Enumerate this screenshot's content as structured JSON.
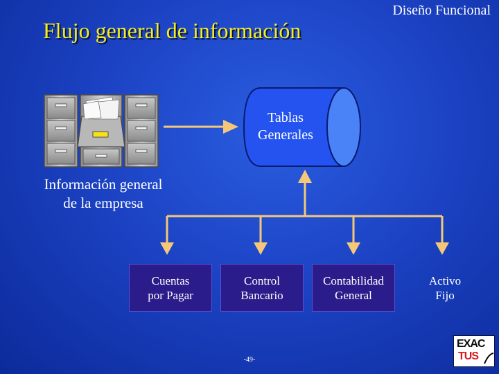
{
  "header": {
    "corner_label": "Diseño Funcional",
    "title": "Flujo general de información"
  },
  "diagram": {
    "source": {
      "label_line1": "Información general",
      "label_line2": "de la empresa",
      "icon": "file-cabinet-icon"
    },
    "database": {
      "label_line1": "Tablas",
      "label_line2": "Generales"
    },
    "modules": [
      {
        "line1": "Cuentas",
        "line2": "por Pagar",
        "boxed": true
      },
      {
        "line1": "Control",
        "line2": "Bancario",
        "boxed": true
      },
      {
        "line1": "Contabilidad",
        "line2": "General",
        "boxed": true
      },
      {
        "line1": "Activo",
        "line2": "Fijo",
        "boxed": false
      }
    ]
  },
  "footer": {
    "page_number": "-49-",
    "logo": {
      "line1": "EXAC",
      "line2": "TUS"
    }
  },
  "colors": {
    "title": "#f6ee1c",
    "arrow": "#f5c878",
    "database": "#2453f0",
    "module_box": "#2a1c8a",
    "logo_red": "#d8191f"
  }
}
